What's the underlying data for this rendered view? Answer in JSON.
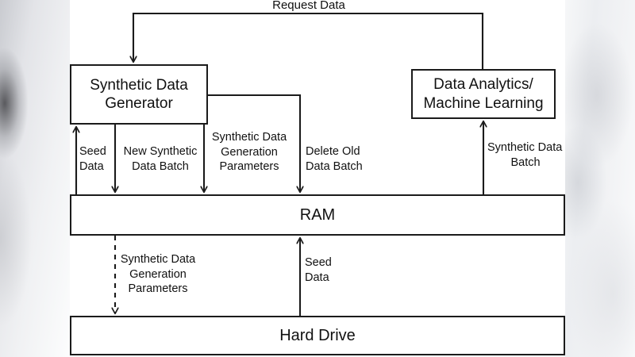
{
  "diagram": {
    "title_visible": false,
    "nodes": {
      "generator": {
        "label": "Synthetic Data\nGenerator",
        "line1": "Synthetic Data",
        "line2": "Generator"
      },
      "analytics": {
        "label": "Data Analytics/\nMachine Learning",
        "line1": "Data Analytics/",
        "line2": "Machine Learning"
      },
      "ram": {
        "label": "RAM"
      },
      "hard_drive": {
        "label": "Hard Drive"
      }
    },
    "edges": {
      "request_data": {
        "label": "Request Data",
        "from": "analytics",
        "to": "generator",
        "style": "solid"
      },
      "seed_data_to_generator": {
        "line1": "Seed",
        "line2": "Data",
        "from": "ram",
        "to": "generator",
        "style": "solid"
      },
      "new_synthetic_data_batch": {
        "line1": "New Synthetic",
        "line2": "Data Batch",
        "from": "generator",
        "to": "ram",
        "style": "solid"
      },
      "sdg_params_to_ram": {
        "line1": "Synthetic Data",
        "line2": "Generation",
        "line3": "Parameters",
        "from": "generator",
        "to": "ram",
        "style": "solid"
      },
      "delete_old_data_batch": {
        "line1": "Delete Old",
        "line2": "Data Batch",
        "from": "generator",
        "to": "ram",
        "style": "solid"
      },
      "synthetic_data_batch_to_analytics": {
        "line1": "Synthetic Data",
        "line2": "Batch",
        "from": "ram",
        "to": "analytics",
        "style": "solid"
      },
      "sdg_params_to_hdd": {
        "line1": "Synthetic Data",
        "line2": "Generation",
        "line3": "Parameters",
        "from": "ram",
        "to": "hard_drive",
        "style": "dashed"
      },
      "seed_data_to_ram": {
        "line1": "Seed",
        "line2": "Data",
        "from": "hard_drive",
        "to": "ram",
        "style": "solid"
      }
    },
    "colors": {
      "stroke": "#1b1b1b",
      "text": "#111111",
      "canvas": "#ffffff"
    }
  }
}
